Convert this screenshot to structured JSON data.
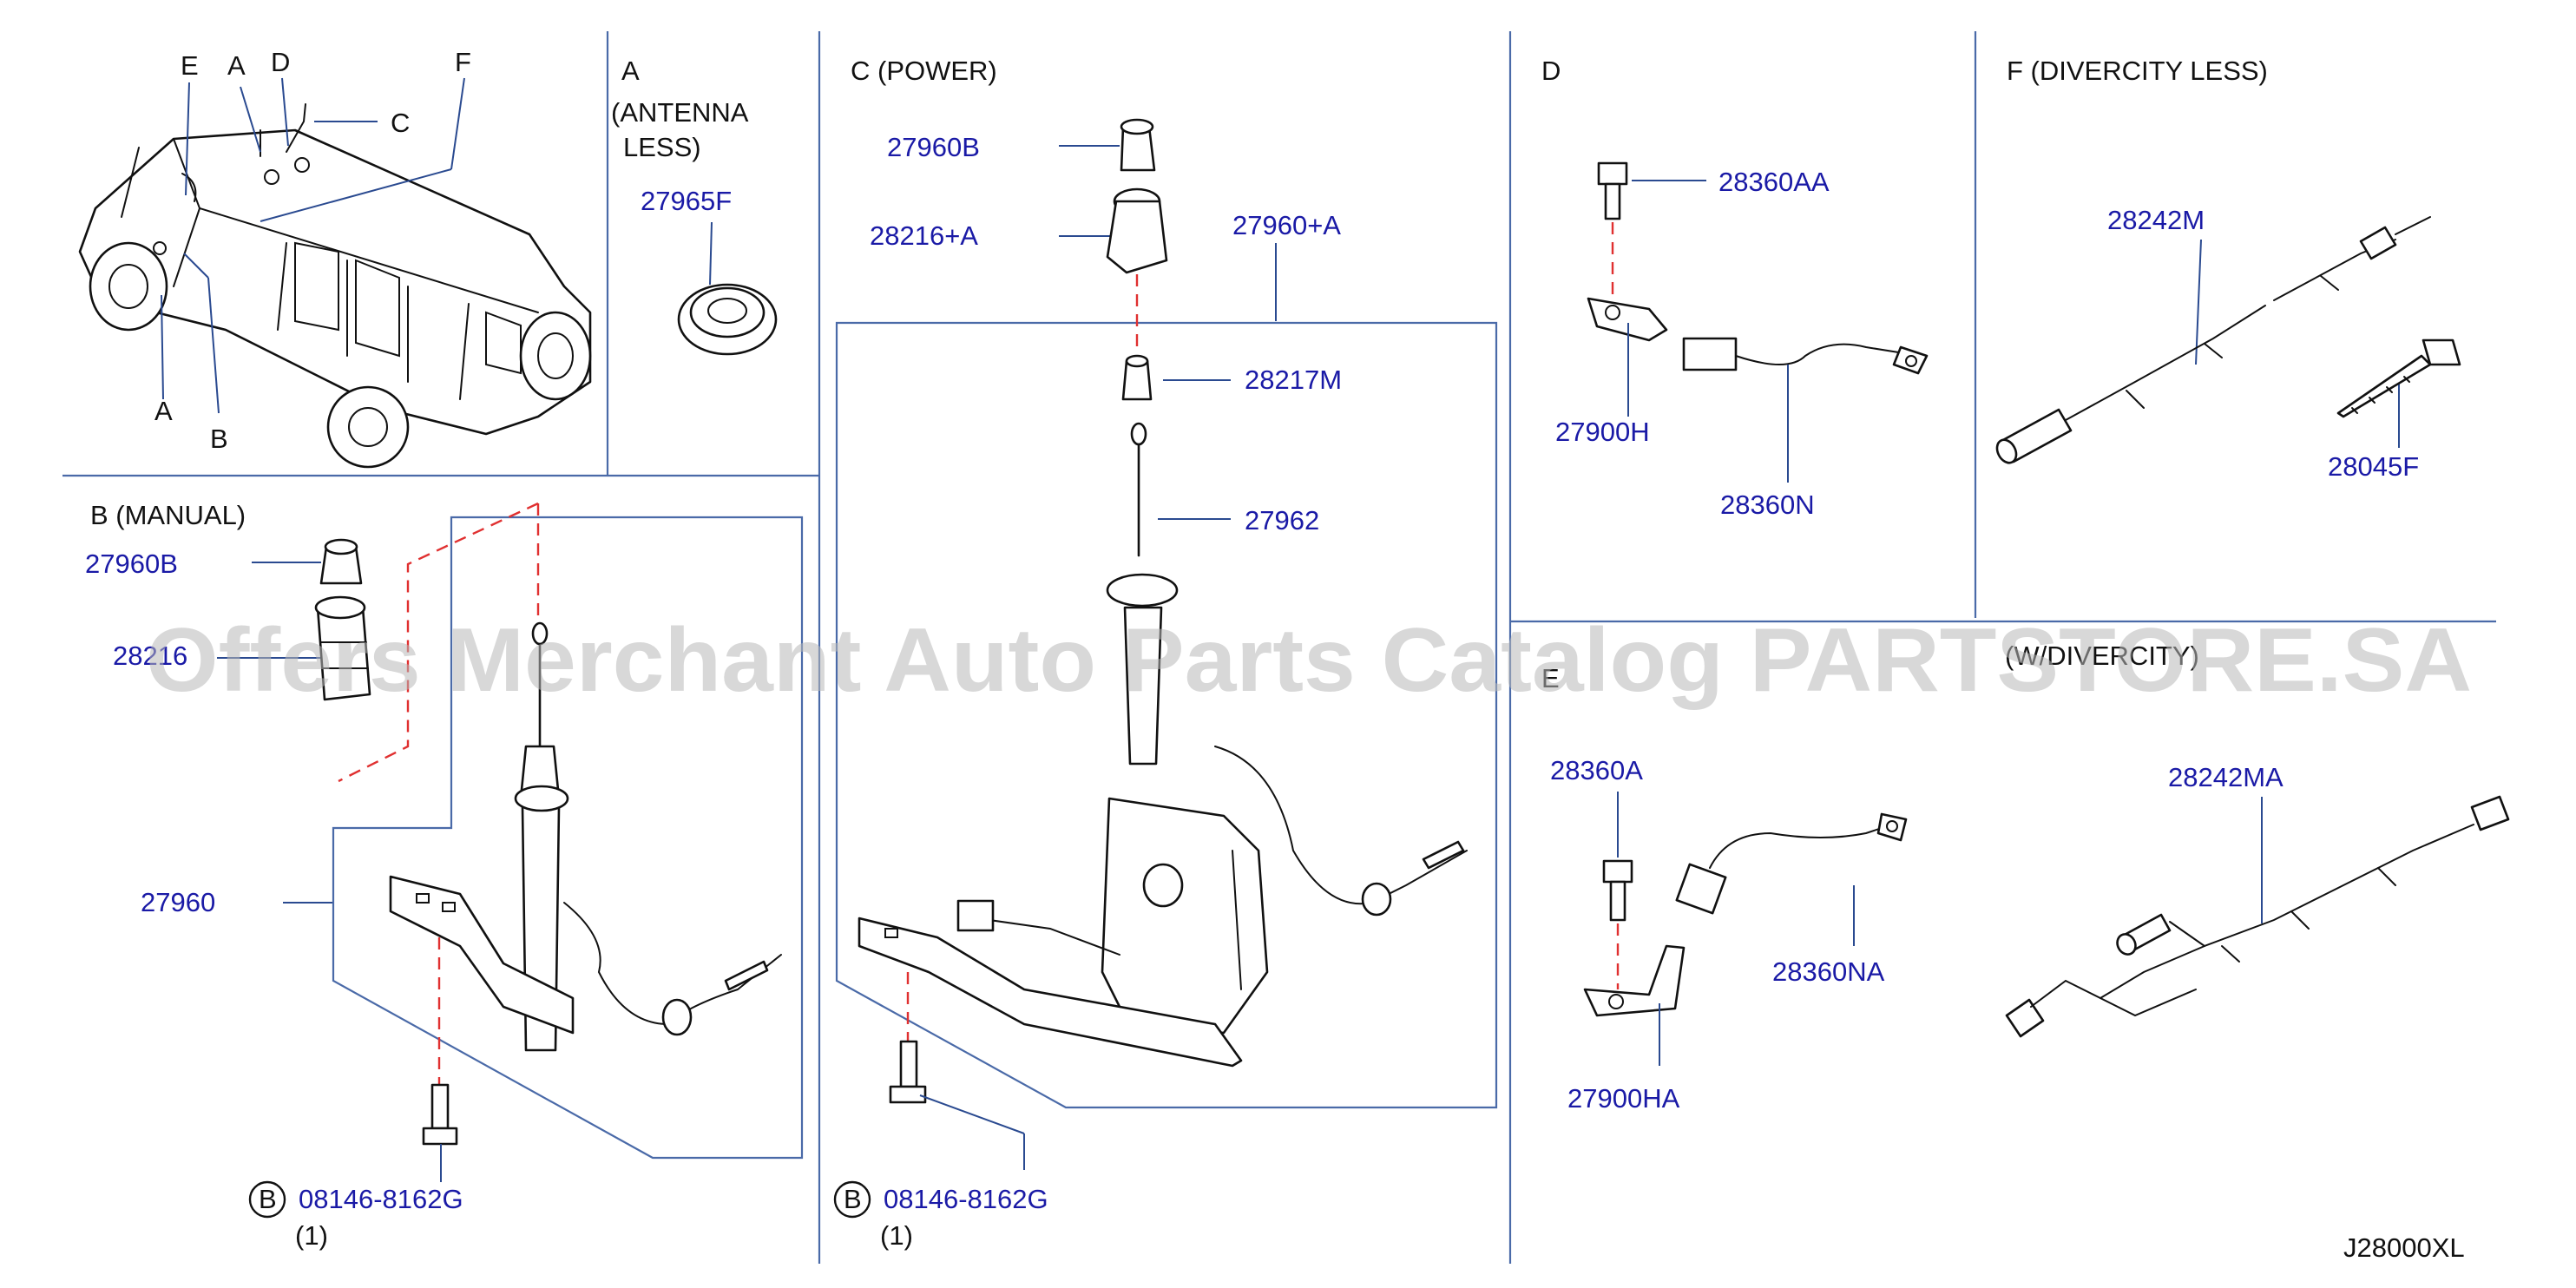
{
  "panels": {
    "location_letters": [
      "E",
      "A",
      "D",
      "C",
      "F",
      "A",
      "B"
    ],
    "a": {
      "letter": "A",
      "note_line1": "(ANTENNA",
      "note_line2": "LESS)"
    },
    "b": {
      "header": "B  (MANUAL)"
    },
    "c": {
      "header": "C  (POWER)"
    },
    "d": {
      "header": "D"
    },
    "e": {
      "header": "E"
    },
    "f": {
      "header": "F  (DIVERCITY  LESS)"
    },
    "g": {
      "header": "(W/DIVERCITY)"
    }
  },
  "parts": {
    "p27965F": "27965F",
    "b_27960B": "27960B",
    "b_28216": "28216",
    "b_27960": "27960",
    "b_bolt": "08146-8162G",
    "b_qty": "(1)",
    "c_27960B": "27960B",
    "c_28216A": "28216+A",
    "c_27960A": "27960+A",
    "c_28217M": "28217M",
    "c_27962": "27962",
    "c_bolt": "08146-8162G",
    "c_qty": "(1)",
    "d_28360AA": "28360AA",
    "d_27900H": "27900H",
    "d_28360N": "28360N",
    "e_28360A": "28360A",
    "e_28360NA": "28360NA",
    "e_27900HA": "27900HA",
    "f_28242M": "28242M",
    "f_28045F": "28045F",
    "g_28242MA": "28242MA"
  },
  "bolt_symbol": "B",
  "diagram_code": "J28000XL",
  "watermark": "Offers Merchant Auto Parts Catalog PARTSTORE.SA",
  "colors": {
    "part_number": "#1a1aa6",
    "frame": "#4a6aa8",
    "dash": "#e03030"
  }
}
